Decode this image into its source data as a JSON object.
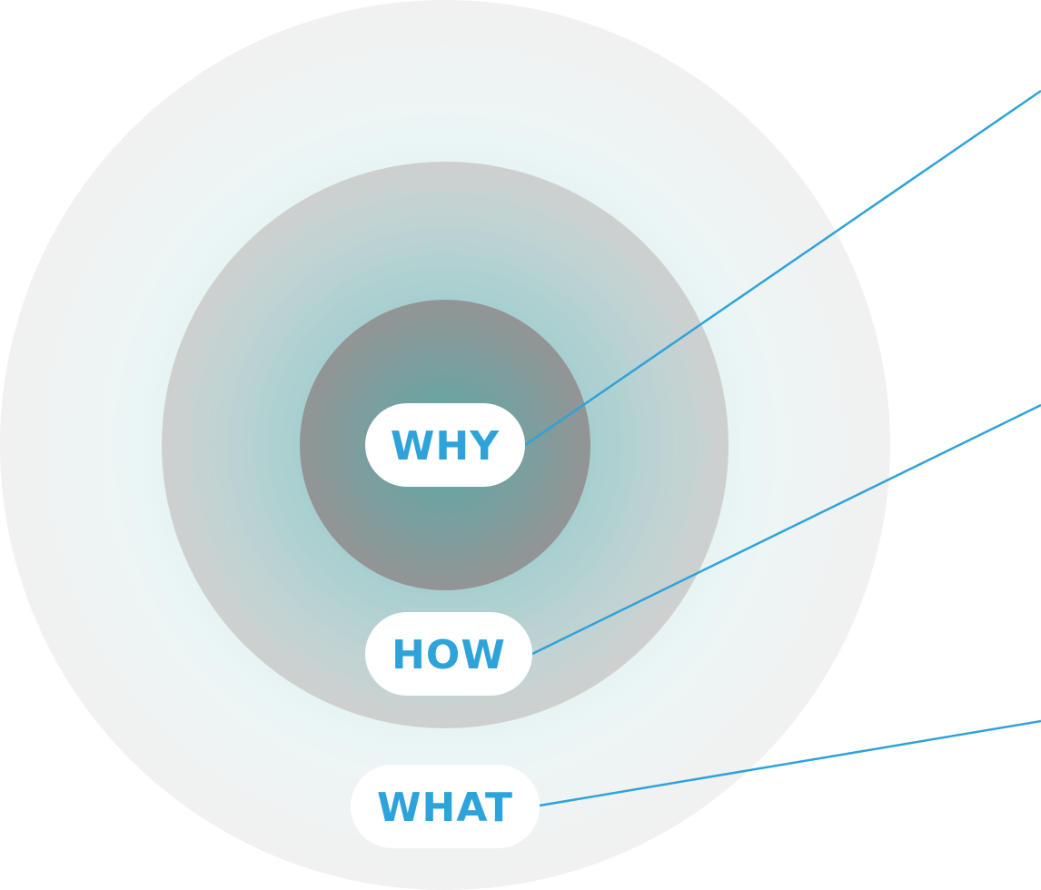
{
  "diagram": {
    "colors": {
      "accent": "#2ea3d9",
      "outer_ring": "#f0f1f1",
      "middle_ring": "#cfd1d1",
      "inner_ring": "#929495",
      "core_glow": "#5aa9a8",
      "pill_fill": "#ffffff"
    },
    "labels": {
      "why": "WHY",
      "how": "HOW",
      "what": "WHAT"
    }
  }
}
